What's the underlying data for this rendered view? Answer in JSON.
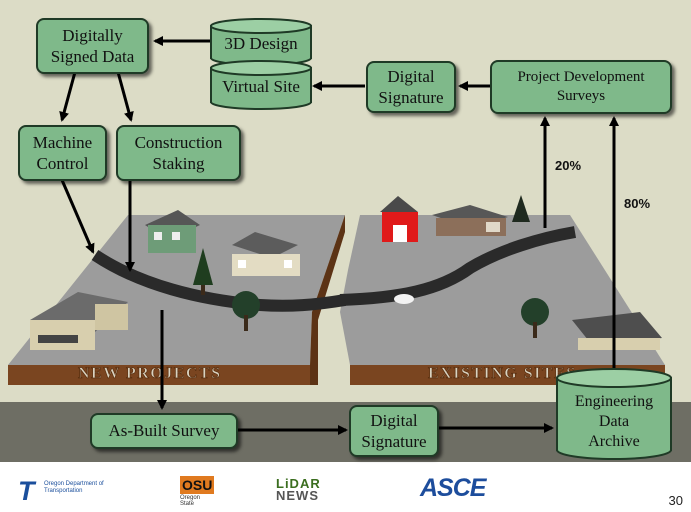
{
  "boxes": {
    "digitally_signed_data": "Digitally\nSigned Data",
    "design_3d": "3D Design",
    "virtual_site": "Virtual Site",
    "digital_signature_top": "Digital\nSignature",
    "project_development_surveys": "Project Development\nSurveys",
    "machine_control": "Machine\nControl",
    "construction_staking": "Construction\nStaking",
    "as_built_survey": "As-Built Survey",
    "digital_signature_bottom": "Digital\nSignature",
    "engineering_data_archive": "Engineering\nData\nArchive"
  },
  "percentages": {
    "left_flow": "20%",
    "right_flow": "80%"
  },
  "bands": {
    "new_projects": "NEW PROJECTS",
    "existing_sites": "EXISTING SITES"
  },
  "logos": {
    "odot_letter": "T",
    "odot_text": "Oregon Department of Transportation",
    "osu_mark": "OSU",
    "osu_text": "Oregon State",
    "lidar_top": "LiDAR",
    "lidar_bottom": "NEWS",
    "asce": "ASCE"
  },
  "slide_number": "30",
  "colors": {
    "box_fill": "#7fb98a",
    "background_top": "#dcdcc6",
    "background_bottom": "#6e6e64",
    "barn": "#e01a1a",
    "terrain": "#9a9a9a",
    "soil": "#7a4520"
  }
}
